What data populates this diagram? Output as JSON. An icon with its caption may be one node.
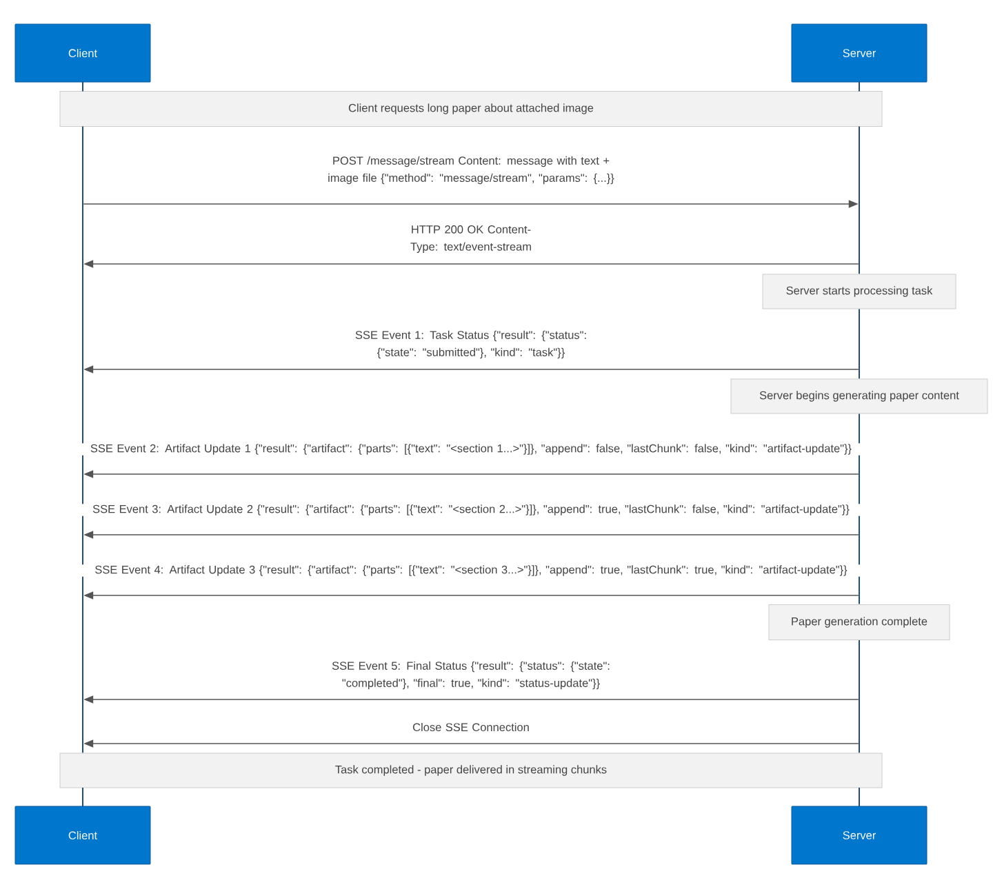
{
  "diagram": {
    "nodes": [
      {
        "text": [
          "Client"
        ]
      },
      {
        "text": [
          "Server"
        ]
      },
      {
        "text": [
          "Client requests long paper about attached image"
        ]
      },
      {
        "text": [],
        "shape": "line"
      },
      {
        "text": [],
        "shape": "line"
      },
      {
        "text": [
          "Server starts processing task"
        ]
      },
      {
        "text": [],
        "shape": "line"
      },
      {
        "text": [
          "Server begins generating paper content"
        ]
      },
      {
        "text": [],
        "shape": "line"
      },
      {
        "text": [
          "Paper generation complete"
        ]
      },
      {
        "text": [],
        "shape": "line"
      },
      {
        "text": [
          "Task completed - paper delivered in streaming chunks"
        ]
      },
      {
        "text": [
          "Client"
        ]
      },
      {
        "text": [
          "Server"
        ]
      }
    ],
    "edges": [
      {
        "from": 3,
        "to": 4,
        "arrow": "to",
        "label": "POST /message/stream Content: message with text + image file {\"method\": \"message/stream\", \"params\": {...}}"
      },
      {
        "from": 4,
        "to": 3,
        "arrow": "to",
        "label": "HTTP 200 OK Content-Type: text/event-stream"
      },
      {
        "from": 6,
        "to": 3,
        "arrow": "to",
        "label": "SSE Event 1: Task Status {\"result\": {\"status\": {\"state\": \"submitted\"}, \"kind\": \"task\"}}"
      },
      {
        "from": 8,
        "to": 3,
        "arrow": "to",
        "label": "SSE Event 2: Artifact Update 1 {\"result\": {\"artifact\": {\"parts\": [{\"text\": \"<section 1...>\"}]}, \"append\": false, \"lastChunk\": false, \"kind\": \"artifact-update\"}}"
      },
      {
        "from": 8,
        "to": 3,
        "arrow": "to",
        "label": "SSE Event 3: Artifact Update 2 {\"result\": {\"artifact\": {\"parts\": [{\"text\": \"<section 2...>\"}]}, \"append\": true, \"lastChunk\": false, \"kind\": \"artifact-update\"}}"
      },
      {
        "from": 8,
        "to": 3,
        "arrow": "to",
        "label": "SSE Event 4: Artifact Update 3 {\"result\": {\"artifact\": {\"parts\": [{\"text\": \"<section 3...>\"}]}, \"append\": true, \"lastChunk\": true, \"kind\": \"artifact-update\"}}"
      },
      {
        "from": 10,
        "to": 3,
        "arrow": "to",
        "label": "SSE Event 5: Final Status {\"result\": {\"status\": {\"state\": \"completed\"}, \"final\": true, \"kind\": \"status-update\"}}"
      },
      {
        "from": 10,
        "to": 3,
        "arrow": "to",
        "label": "Close SSE Connection"
      }
    ]
  }
}
